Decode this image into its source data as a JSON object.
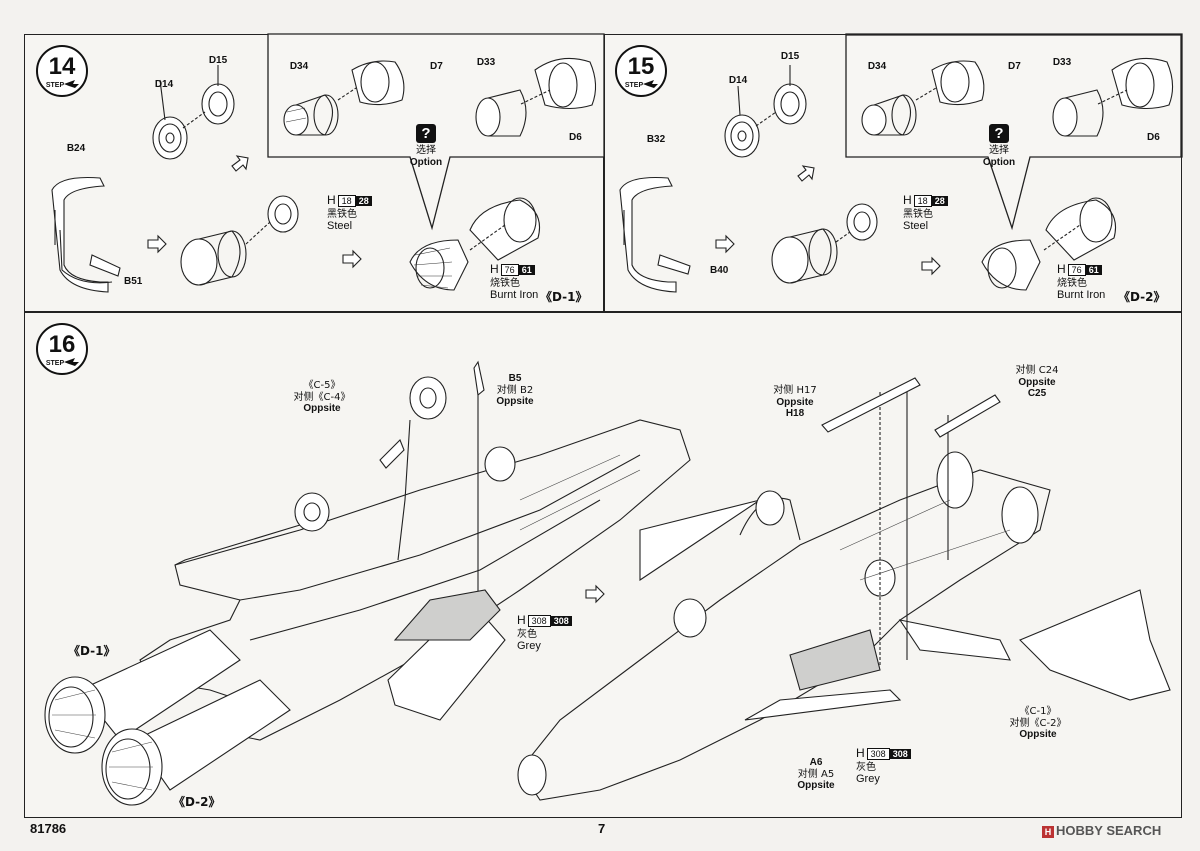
{
  "step14": {
    "number": "14",
    "step_word": "STEP",
    "parts": {
      "d15": "D15",
      "d14": "D14",
      "b24": "B24",
      "b51": "B51",
      "d34": "D34",
      "d7": "D7",
      "d33": "D33",
      "d6": "D6"
    },
    "option": {
      "icon": "?",
      "cn": "选择",
      "en": "Option"
    },
    "paint_steel": {
      "h": "H",
      "n1": "18",
      "n2": "28",
      "cn": "黑铁色",
      "en": "Steel"
    },
    "paint_burnt": {
      "h": "H",
      "n1": "76",
      "n2": "61",
      "cn": "烧铁色",
      "en": "Burnt Iron"
    },
    "subassembly": "《D-1》"
  },
  "step15": {
    "number": "15",
    "step_word": "STEP",
    "parts": {
      "d15": "D15",
      "d14": "D14",
      "b32": "B32",
      "b40": "B40",
      "d34": "D34",
      "d7": "D7",
      "d33": "D33",
      "d6": "D6"
    },
    "option": {
      "icon": "?",
      "cn": "选择",
      "en": "Option"
    },
    "paint_steel": {
      "h": "H",
      "n1": "18",
      "n2": "28",
      "cn": "黑铁色",
      "en": "Steel"
    },
    "paint_burnt": {
      "h": "H",
      "n1": "76",
      "n2": "61",
      "cn": "烧铁色",
      "en": "Burnt Iron"
    },
    "subassembly": "《D-2》"
  },
  "step16": {
    "number": "16",
    "step_word": "STEP",
    "left": {
      "c5": {
        "l1": "《C-5》",
        "l2": "对侧《C-4》",
        "l3": "Oppsite"
      },
      "b5": {
        "l1": "B5",
        "l2": "对侧 B2",
        "l3": "Oppsite"
      },
      "paint_grey": {
        "h": "H",
        "n1": "308",
        "n2": "308",
        "cn": "灰色",
        "en": "Grey"
      },
      "d1": "《D-1》",
      "d2": "《D-2》"
    },
    "right": {
      "h17": {
        "l1": "对侧 H17",
        "l2": "Oppsite",
        "l3": "H18"
      },
      "c24": {
        "l1": "对侧 C24",
        "l2": "Oppsite",
        "l3": "C25"
      },
      "a6": {
        "l1": "A6",
        "l2": "对侧 A5",
        "l3": "Oppsite"
      },
      "paint_grey": {
        "h": "H",
        "n1": "308",
        "n2": "308",
        "cn": "灰色",
        "en": "Grey"
      },
      "c1": {
        "l1": "《C-1》",
        "l2": "对侧《C-2》",
        "l3": "Oppsite"
      }
    }
  },
  "footer": {
    "code": "81786",
    "page": "7",
    "watermark": "HOBBY SEARCH"
  }
}
